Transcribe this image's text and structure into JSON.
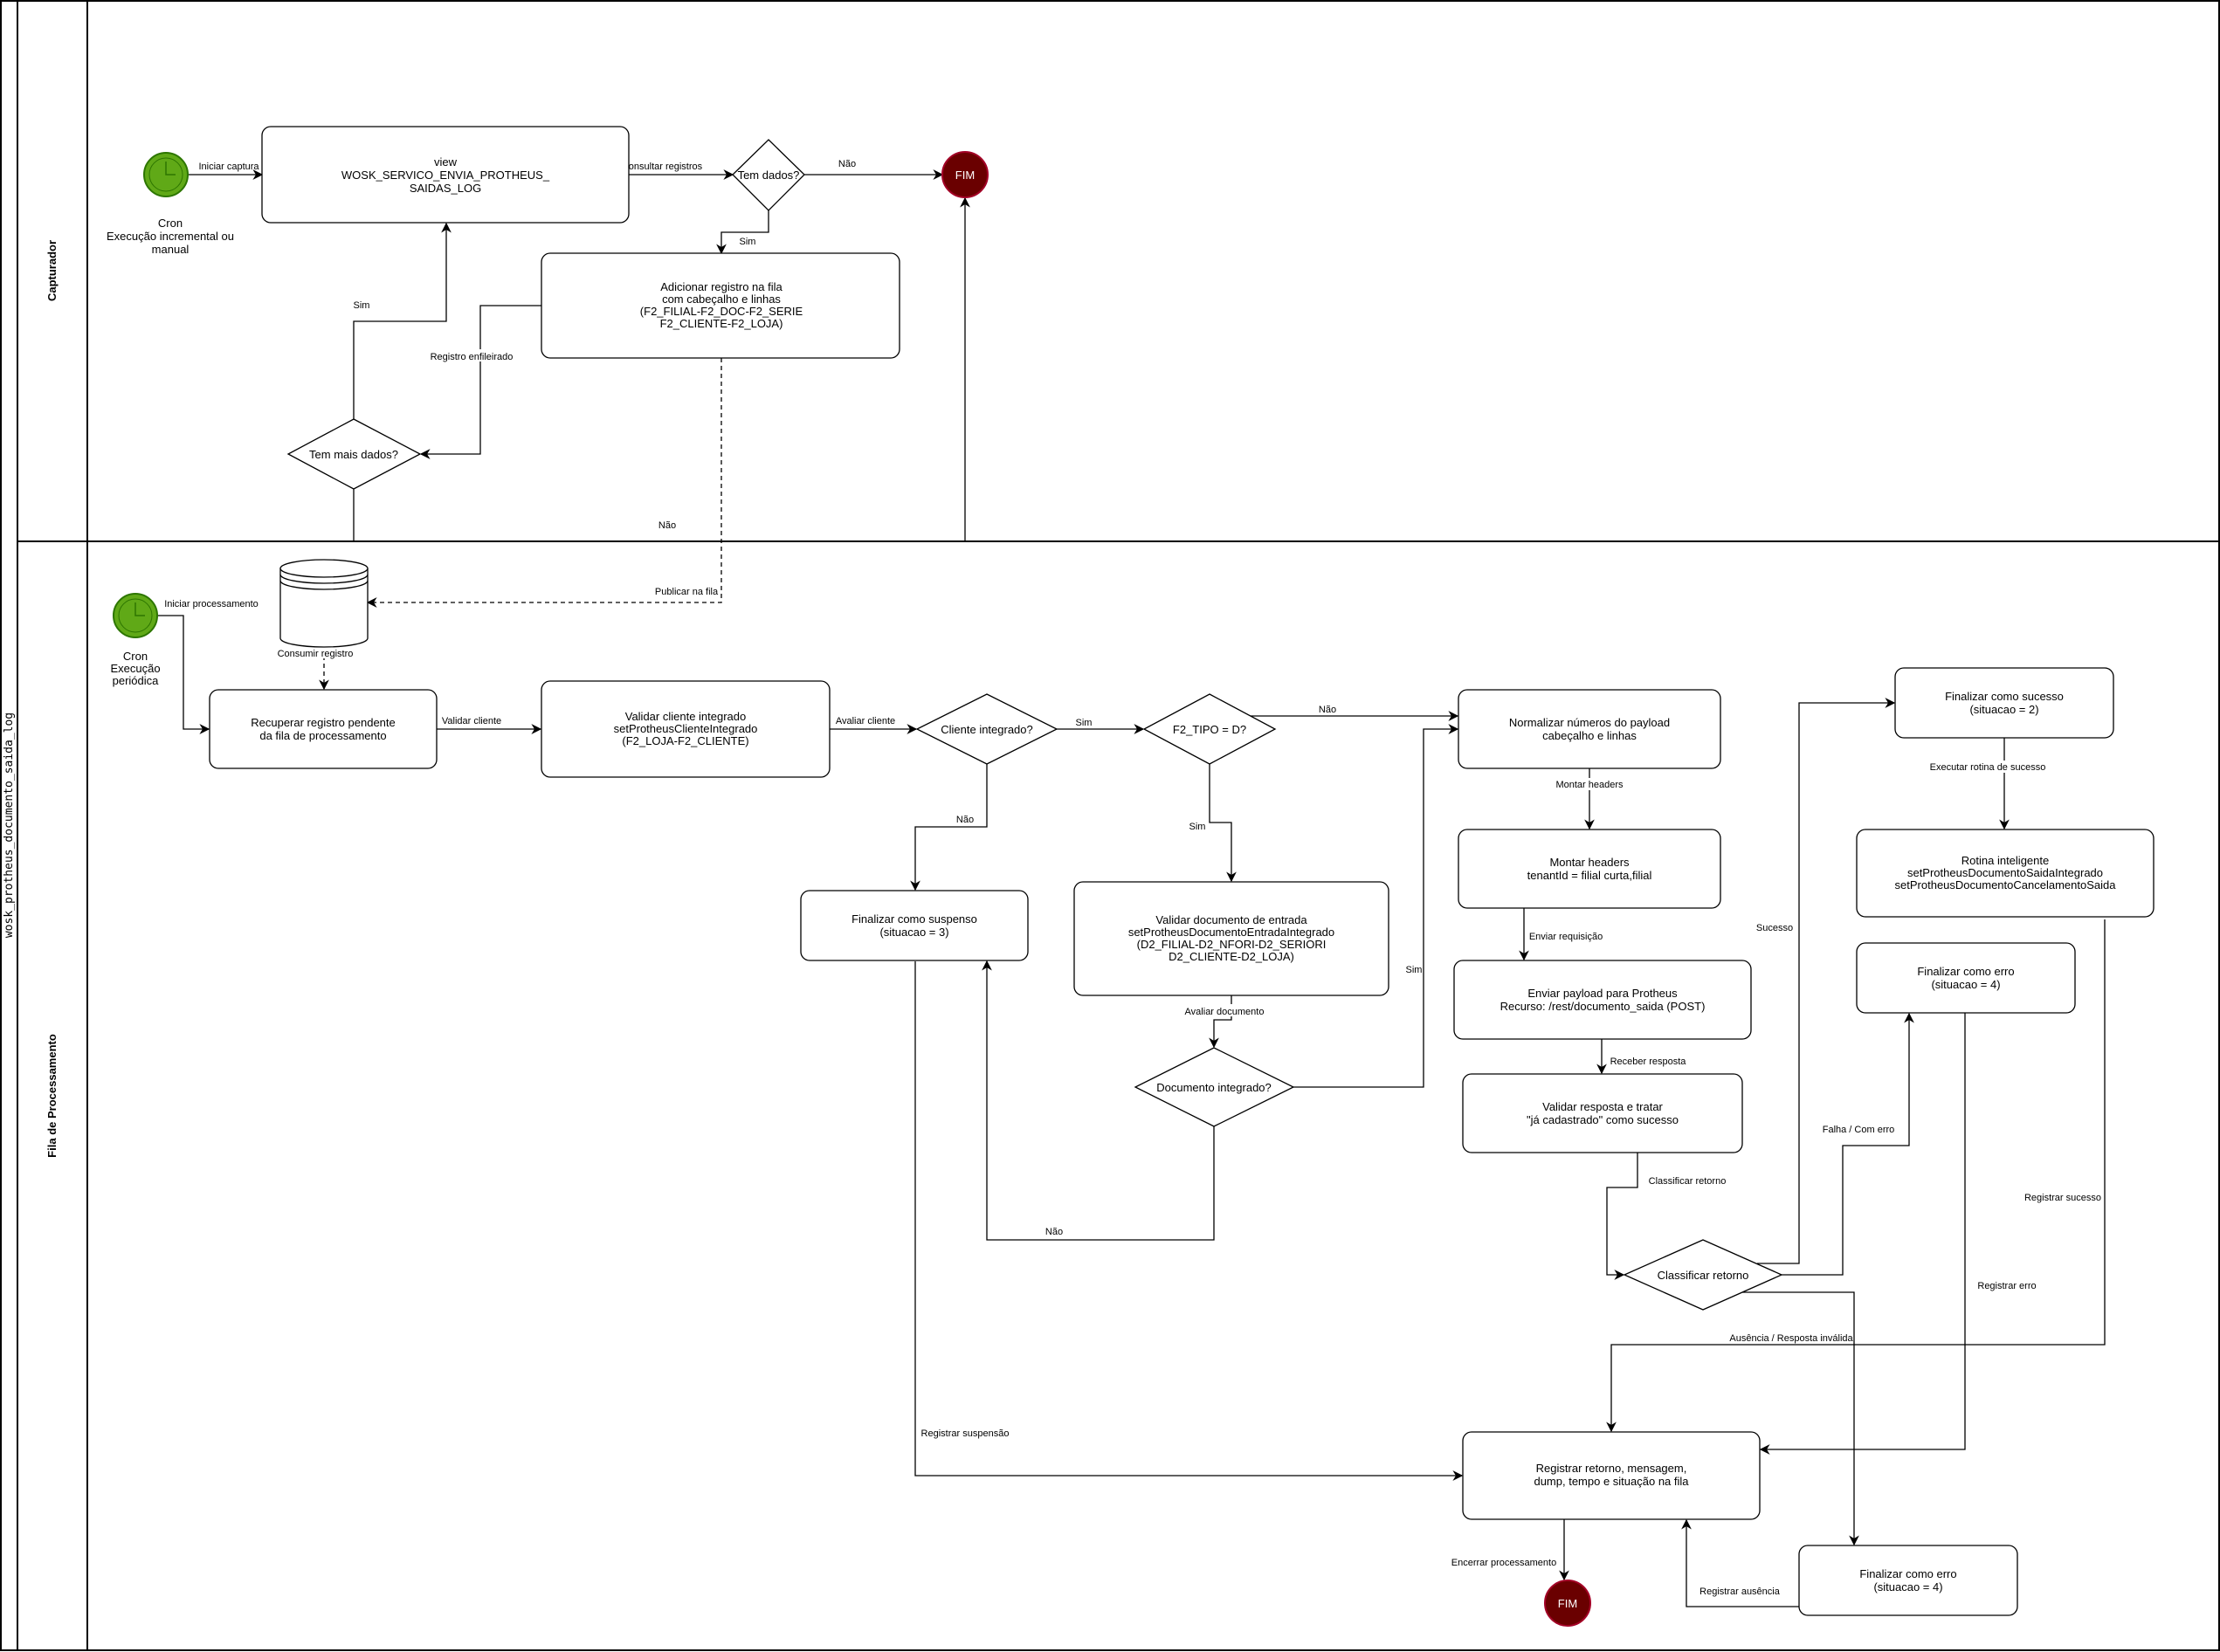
{
  "pool": {
    "title": "wosk_protheus_documento_saida_log"
  },
  "lanes": [
    {
      "id": "capturador",
      "title": "Capturador"
    },
    {
      "id": "fila",
      "title": "Fila de Processamento"
    }
  ],
  "colors": {
    "start_event_fill": "#60a917",
    "start_event_stroke": "#2d7600",
    "end_event_fill": "#6a0000",
    "end_event_stroke": "#a20025",
    "end_event_text": "#ffffff",
    "line": "#000000"
  },
  "nodes": {
    "cron_capture": {
      "type": "start-timer",
      "label": [
        "Cron",
        "Execução incremental ou",
        "manual"
      ]
    },
    "view": {
      "type": "task",
      "label": [
        "view",
        "WOSK_SERVICO_ENVIA_PROTHEUS_",
        "SAIDAS_LOG"
      ]
    },
    "tem_dados": {
      "type": "gateway",
      "label": [
        "Tem dados?"
      ]
    },
    "fim_capture": {
      "type": "end",
      "label": [
        "FIM"
      ]
    },
    "adicionar": {
      "type": "task",
      "label": [
        "Adicionar registro na fila",
        "com cabeçalho e linhas",
        "(F2_FILIAL-F2_DOC-F2_SERIE",
        "F2_CLIENTE-F2_LOJA)"
      ]
    },
    "tem_mais": {
      "type": "gateway",
      "label": [
        "Tem mais dados?"
      ]
    },
    "cron_proc": {
      "type": "start-timer",
      "label": [
        "Cron",
        "Execução",
        "periódica"
      ]
    },
    "queue_db": {
      "type": "datastore",
      "label": []
    },
    "recuperar": {
      "type": "task",
      "label": [
        "Recuperar registro pendente",
        "da fila de processamento"
      ]
    },
    "validar_cliente": {
      "type": "task",
      "label": [
        "Validar cliente integrado",
        "setProtheusClienteIntegrado",
        "(F2_LOJA-F2_CLIENTE)"
      ]
    },
    "cliente_integrado": {
      "type": "gateway",
      "label": [
        "Cliente integrado?"
      ]
    },
    "f2_tipo": {
      "type": "gateway",
      "label": [
        "F2_TIPO = D?"
      ]
    },
    "normalizar": {
      "type": "task",
      "label": [
        "Normalizar números do payload",
        "cabeçalho e linhas"
      ]
    },
    "finalizar_suspenso": {
      "type": "task",
      "label": [
        "Finalizar como suspenso",
        "(situacao = 3)"
      ]
    },
    "validar_documento": {
      "type": "task",
      "label": [
        "Validar documento de entrada",
        "setProtheusDocumentoEntradaIntegrado",
        "(D2_FILIAL-D2_NFORI-D2_SERIORI",
        "D2_CLIENTE-D2_LOJA)"
      ]
    },
    "documento_integrado": {
      "type": "gateway",
      "label": [
        "Documento integrado?"
      ]
    },
    "montar_headers": {
      "type": "task",
      "label": [
        "Montar headers",
        "tenantId = filial curta,filial"
      ]
    },
    "enviar_payload": {
      "type": "task",
      "label": [
        "Enviar payload para Protheus",
        "Recurso: /rest/documento_saida (POST)"
      ]
    },
    "validar_resposta": {
      "type": "task",
      "label": [
        "Validar resposta e tratar",
        "\"já cadastrado\" como sucesso"
      ]
    },
    "classificar_retorno": {
      "type": "gateway",
      "label": [
        "Classificar retorno"
      ]
    },
    "finalizar_sucesso": {
      "type": "task",
      "label": [
        "Finalizar como sucesso",
        "(situacao = 2)"
      ]
    },
    "rotina_inteligente": {
      "type": "task",
      "label": [
        "Rotina inteligente",
        "setProtheusDocumentoSaidaIntegrado",
        "setProtheusDocumentoCancelamentoSaida"
      ]
    },
    "finalizar_erro_1": {
      "type": "task",
      "label": [
        "Finalizar como erro",
        "(situacao = 4)"
      ]
    },
    "registrar_retorno": {
      "type": "task",
      "label": [
        "Registrar retorno, mensagem,",
        "dump, tempo e situação na fila"
      ]
    },
    "finalizar_erro_2": {
      "type": "task",
      "label": [
        "Finalizar como erro",
        "(situacao = 4)"
      ]
    },
    "fim_proc": {
      "type": "end",
      "label": [
        "FIM"
      ]
    }
  },
  "edges": {
    "iniciar_captura": "Iniciar captura",
    "consultar_registros": "Consultar registros",
    "nao_tem_dados": "Não",
    "sim_tem_dados": "Sim",
    "registro_enfileirado": "Registro enfileirado",
    "sim_tem_mais": "Sim",
    "nao_tem_mais": "Não",
    "publicar_fila": "Publicar na fila",
    "iniciar_processamento": "Iniciar processamento",
    "consumir_registro": "Consumir registro",
    "validar_cliente": "Validar cliente",
    "avaliar_cliente": "Avaliar cliente",
    "sim_cliente": "Sim",
    "nao_cliente": "Não",
    "nao_f2_tipo": "Não",
    "sim_f2_tipo": "Sim",
    "avaliar_documento": "Avaliar documento",
    "sim_documento": "Sim",
    "nao_documento": "Não",
    "montar_headers": "Montar headers",
    "enviar_requisicao": "Enviar requisição",
    "receber_resposta": "Receber resposta",
    "classificar_retorno": "Classificar retorno",
    "sucesso": "Sucesso",
    "falha_com_erro": "Falha / Com erro",
    "ausencia_resposta_invalida": "Ausência / Resposta inválida",
    "executar_rotina_sucesso": "Executar rotina de sucesso",
    "registrar_sucesso": "Registrar sucesso",
    "registrar_erro": "Registrar erro",
    "registrar_suspensao": "Registrar suspensão",
    "registrar_ausencia": "Registrar ausência",
    "encerrar_processamento": "Encerrar processamento"
  }
}
